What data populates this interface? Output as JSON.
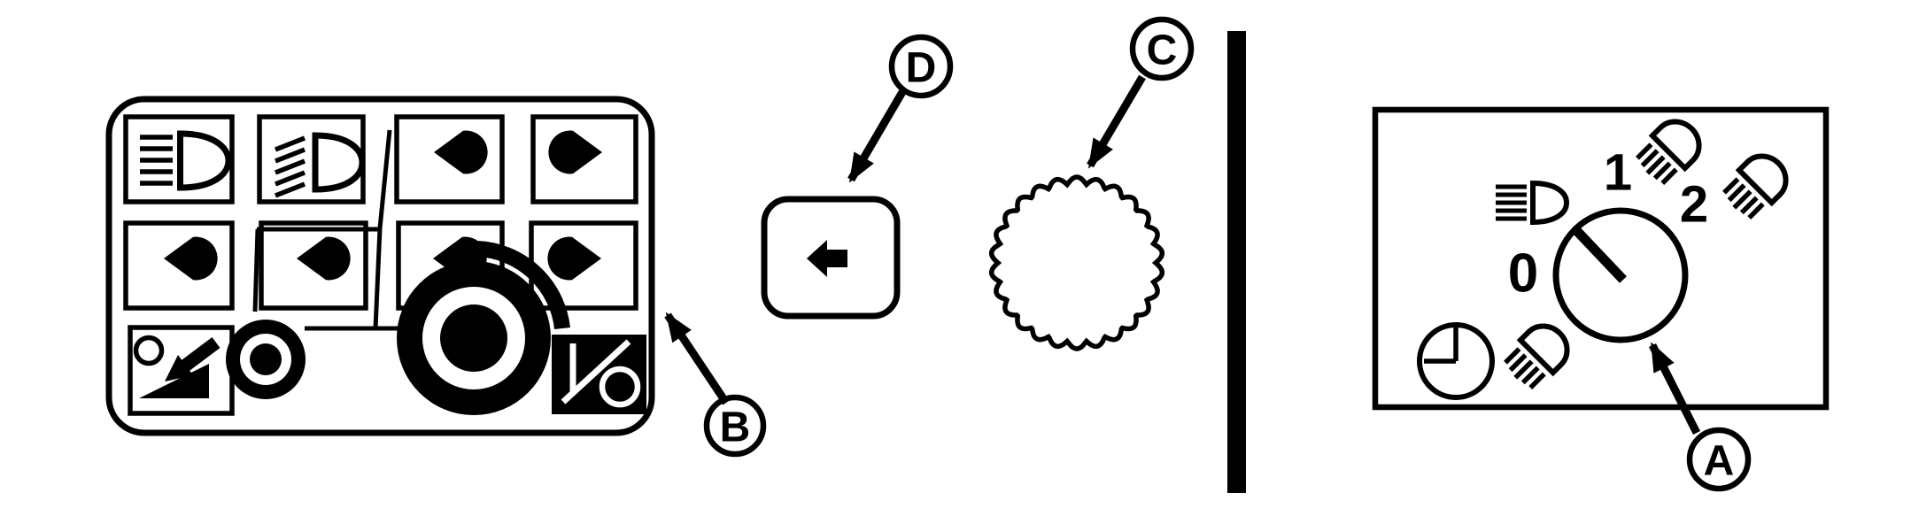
{
  "colors": {
    "ink": "#000000",
    "paper": "#ffffff"
  },
  "callouts": {
    "a": "A",
    "b": "B",
    "c": "C",
    "d": "D"
  },
  "rotary_switch_panel": {
    "position_labels": {
      "off": "0",
      "one": "1",
      "two": "2"
    },
    "icons": [
      "high-beam-icon",
      "work-lamp-icon",
      "work-lamp-icon",
      "timer-clock-icon",
      "work-lamp-icon"
    ]
  },
  "button_panel": {
    "overlay": "tractor-silhouette",
    "buttons": [
      {
        "icon": "high-beam-icon"
      },
      {
        "icon": "low-beam-icon"
      },
      {
        "icon": "work-light-left-icon"
      },
      {
        "icon": "work-light-right-icon"
      },
      {
        "icon": "work-light-left-icon"
      },
      {
        "icon": "work-light-left-icon"
      },
      {
        "icon": "work-light-left-icon"
      },
      {
        "icon": "work-light-right-icon"
      },
      {
        "icon": "beam-leveling-icon"
      },
      {
        "icon": "power-on-off-icon"
      }
    ]
  },
  "memory_button": {
    "icon": "left-arrow-icon"
  },
  "thumbwheel": {
    "icon": "knurled-wheel-icon"
  },
  "divider": {
    "icon": "section-divider-bar"
  }
}
